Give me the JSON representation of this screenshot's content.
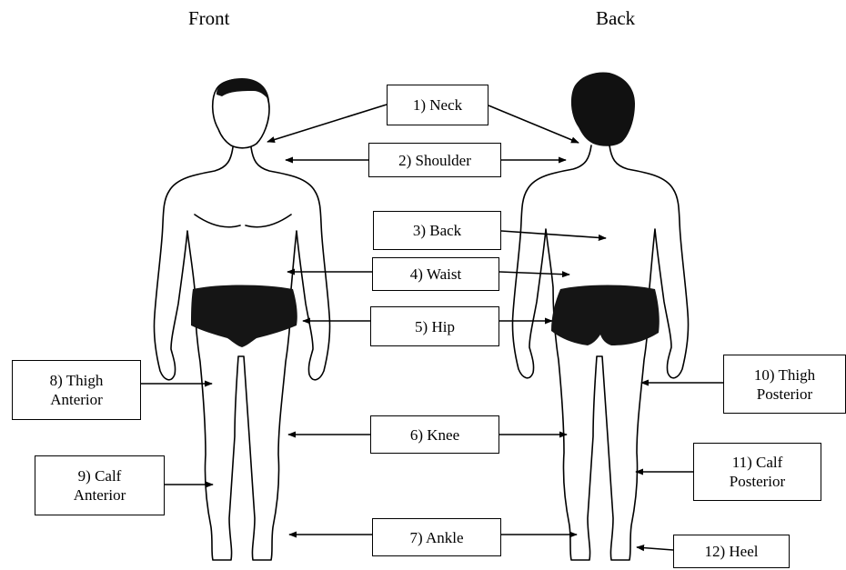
{
  "headings": {
    "front": "Front",
    "back": "Back"
  },
  "labels": {
    "neck": "1) Neck",
    "shoulder": "2) Shoulder",
    "back": "3) Back",
    "waist": "4) Waist",
    "hip": "5) Hip",
    "knee": "6) Knee",
    "ankle": "7) Ankle",
    "thigh_anterior": [
      "8) Thigh",
      "Anterior"
    ],
    "calf_anterior": [
      "9) Calf",
      "Anterior"
    ],
    "thigh_posterior": [
      "10) Thigh",
      "Posterior"
    ],
    "calf_posterior": [
      "11) Calf",
      "Posterior"
    ],
    "heel": "12) Heel"
  },
  "colors": {
    "ink": "#000000",
    "shorts": "#111111",
    "background": "#ffffff"
  }
}
